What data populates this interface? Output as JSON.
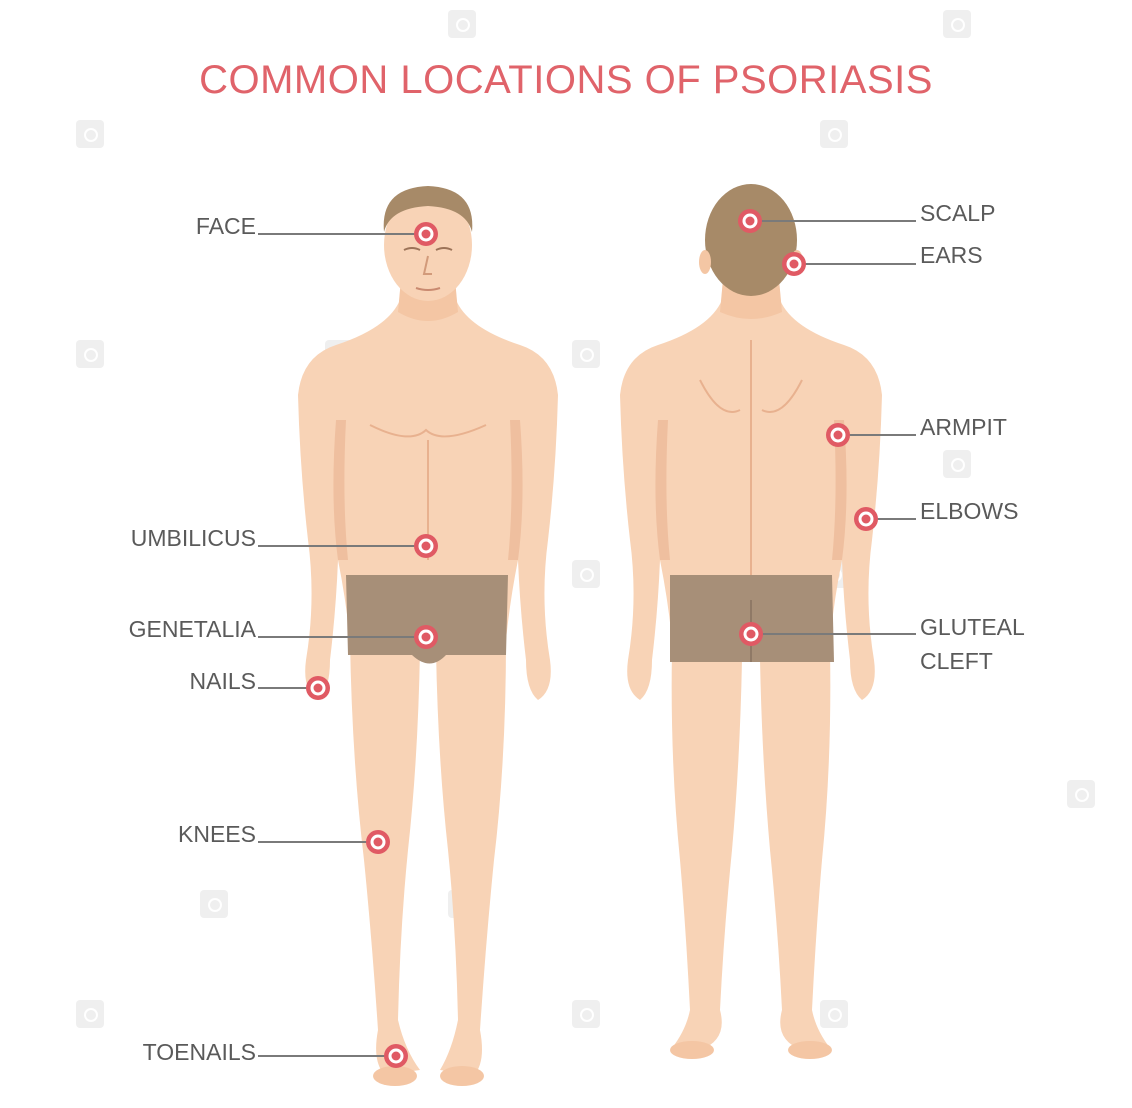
{
  "title": "COMMON LOCATIONS OF PSORIASIS",
  "colors": {
    "title": "#e0636a",
    "marker": "#e05a64",
    "skin": "#f8d3b6",
    "skin_shadow": "#efbf9f",
    "hair": "#a78a68",
    "underwear": "#a78f78",
    "line": "#7a7a7a",
    "label": "#5a5a5a"
  },
  "front_labels": {
    "face": "FACE",
    "umbilicus": "UMBILICUS",
    "genetalia": "GENETALIA",
    "nails": "NAILS",
    "knees": "KNEES",
    "toenails": "TOENAILS"
  },
  "back_labels": {
    "scalp": "SCALP",
    "ears": "EARS",
    "armpit": "ARMPIT",
    "elbows": "ELBOWS",
    "gluteal_cleft_line1": "GLUTEAL",
    "gluteal_cleft_line2": "CLEFT"
  },
  "icons": {
    "marker": "target-marker-icon",
    "watermark": "stock-watermark-icon"
  }
}
